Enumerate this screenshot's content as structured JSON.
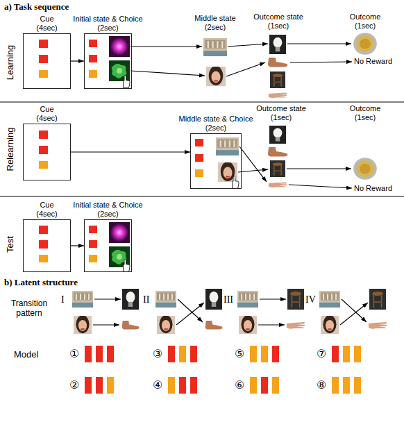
{
  "diagram": {
    "nodes": [
      {
        "text": [
          "Cue (4sec)"
        ]
      },
      {
        "text": [
          "Initial state & Choice (2sec)"
        ]
      },
      {
        "text": [
          "Cue (4sec)"
        ]
      },
      {
        "text": [
          "Middle state & Choice (2sec)"
        ]
      },
      {
        "text": [
          "Cue (4sec)"
        ]
      },
      {
        "text": [
          "Initial state & Choice (2sec)"
        ]
      }
    ],
    "edges": [
      {
        "from": 0,
        "to": 1,
        "arrow": "to"
      },
      {
        "from": 2,
        "to": 3,
        "arrow": "to"
      },
      {
        "from": 4,
        "to": 5,
        "arrow": "to"
      }
    ],
    "labels": [
      "a) Task sequence",
      "Learning",
      "Middle state (2sec)",
      "Outcome state (1sec)",
      "Outcome (1sec)",
      "No Reward",
      "Relearning",
      "Outcome state (1sec)",
      "Outcome (1sec)",
      "No Reward",
      "Test",
      "b) Latent structure",
      "Transition pattern",
      "I",
      "II",
      "III",
      "IV",
      "Model",
      "①",
      "③",
      "⑤",
      "⑦",
      "②",
      "④",
      "⑥",
      "⑧"
    ]
  }
}
